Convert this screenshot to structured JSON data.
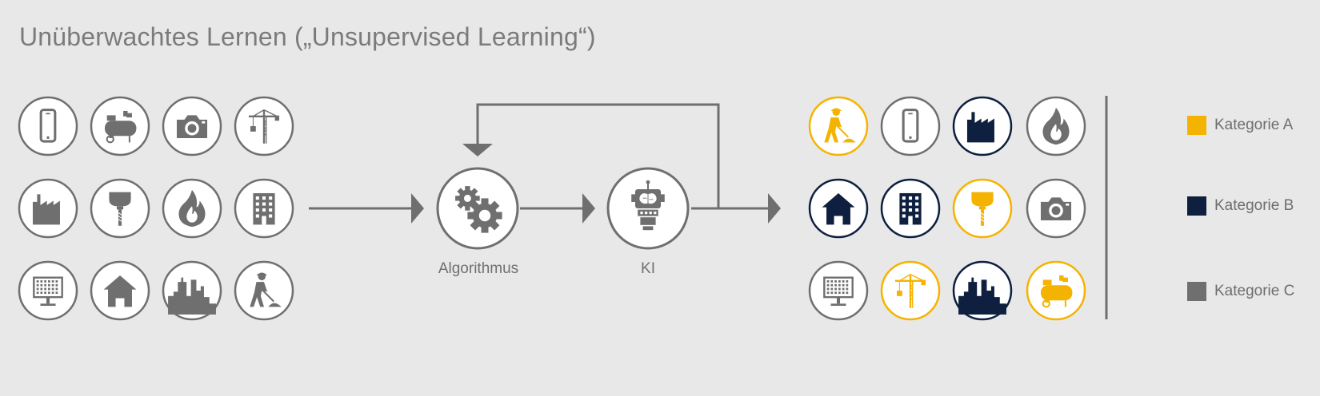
{
  "title": "Unüberwachtes Lernen („Unsupervised Learning“)",
  "colors": {
    "background": "#e8e8e8",
    "gray": "#6f6f6f",
    "category_a": "#f5b301",
    "category_b": "#0e1f3f",
    "category_c": "#6f6f6f"
  },
  "input_icons": [
    "smartphone-icon",
    "compressor-icon",
    "camera-icon",
    "crane-icon",
    "factory-icon",
    "drill-icon",
    "fire-icon",
    "office-building-icon",
    "solar-panel-icon",
    "house-icon",
    "city-skyline-icon",
    "construction-worker-icon"
  ],
  "output_icons": [
    {
      "icon": "construction-worker-icon",
      "category": "a"
    },
    {
      "icon": "smartphone-icon",
      "category": "c"
    },
    {
      "icon": "factory-icon",
      "category": "b"
    },
    {
      "icon": "fire-icon",
      "category": "c"
    },
    {
      "icon": "house-icon",
      "category": "b"
    },
    {
      "icon": "office-building-icon",
      "category": "b"
    },
    {
      "icon": "drill-icon",
      "category": "a"
    },
    {
      "icon": "camera-icon",
      "category": "c"
    },
    {
      "icon": "solar-panel-icon",
      "category": "c"
    },
    {
      "icon": "crane-icon",
      "category": "a"
    },
    {
      "icon": "city-skyline-icon",
      "category": "b"
    },
    {
      "icon": "compressor-icon",
      "category": "a"
    }
  ],
  "nodes": {
    "algorithm_label": "Algorithmus",
    "ai_label": "KI"
  },
  "legend": {
    "category_a": "Kategorie A",
    "category_b": "Kategorie B",
    "category_c": "Kategorie C"
  }
}
